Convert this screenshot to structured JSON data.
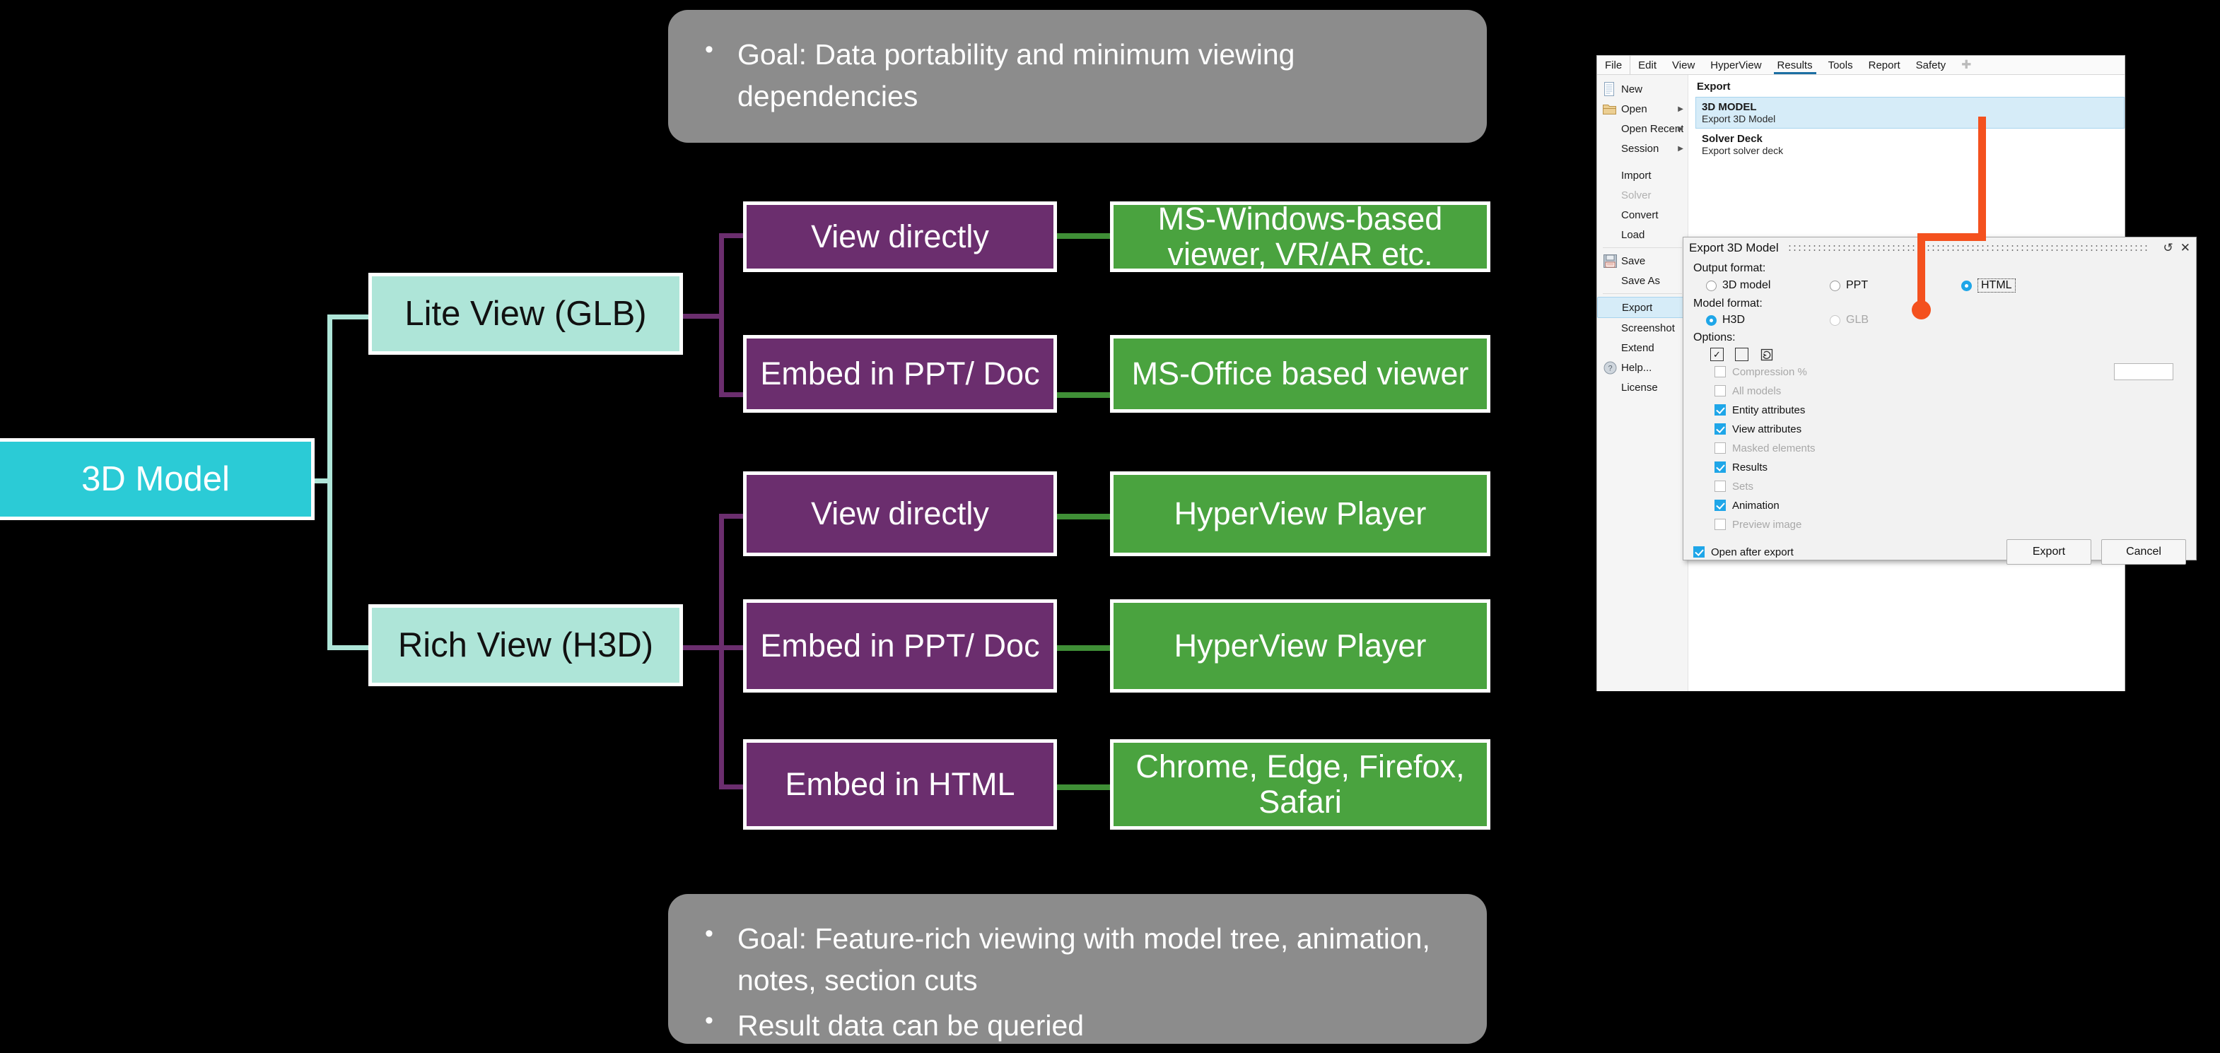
{
  "callouts": {
    "top": {
      "lines": [
        "Goal: Data portability and minimum viewing dependencies"
      ]
    },
    "bottom": {
      "lines": [
        "Goal: Feature-rich viewing with model tree, animation, notes, section cuts",
        "Result data can be queried"
      ]
    }
  },
  "flow": {
    "root": {
      "label": "3D Model"
    },
    "branches": [
      {
        "label": "Lite View (GLB)"
      },
      {
        "label": "Rich View (H3D)"
      }
    ],
    "methods": [
      {
        "label": "View directly"
      },
      {
        "label": "Embed in PPT/ Doc"
      },
      {
        "label": "View directly"
      },
      {
        "label": "Embed in PPT/ Doc"
      },
      {
        "label": "Embed in HTML"
      }
    ],
    "viewers": [
      {
        "label": "MS-Windows-based viewer,  VR/AR etc."
      },
      {
        "label": "MS-Office based viewer"
      },
      {
        "label": "HyperView Player"
      },
      {
        "label": "HyperView Player"
      },
      {
        "label": "Chrome, Edge, Firefox, Safari"
      }
    ]
  },
  "app": {
    "menubar": [
      {
        "label": "File",
        "active": false
      },
      {
        "label": "Edit",
        "active": false
      },
      {
        "label": "View",
        "active": false
      },
      {
        "label": "HyperView",
        "active": false
      },
      {
        "label": "Results",
        "active": true
      },
      {
        "label": "Tools",
        "active": false
      },
      {
        "label": "Report",
        "active": false
      },
      {
        "label": "Safety",
        "active": false
      },
      {
        "label": "✚",
        "active": false
      }
    ],
    "left_menu": [
      {
        "label": "New",
        "icon": "document-icon",
        "arrow": "",
        "dim": false
      },
      {
        "label": "Open",
        "icon": "folder-icon",
        "arrow": "▶",
        "dim": false
      },
      {
        "label": "Open Recent",
        "icon": "",
        "arrow": "▶",
        "dim": false
      },
      {
        "label": "Session",
        "icon": "",
        "arrow": "▶",
        "dim": false
      },
      {
        "label": "Import",
        "icon": "",
        "arrow": "",
        "dim": false
      },
      {
        "label": "Solver",
        "icon": "",
        "arrow": "",
        "dim": true
      },
      {
        "label": "Convert",
        "icon": "",
        "arrow": "",
        "dim": false
      },
      {
        "label": "Load",
        "icon": "",
        "arrow": "",
        "dim": false
      },
      {
        "label": "Save",
        "icon": "save-icon",
        "arrow": "",
        "dim": false
      },
      {
        "label": "Save As",
        "icon": "",
        "arrow": "",
        "dim": false
      },
      {
        "label": "Export",
        "icon": "",
        "arrow": "",
        "dim": false,
        "selected": true
      },
      {
        "label": "Screenshot",
        "icon": "",
        "arrow": "",
        "dim": false
      },
      {
        "label": "Extend",
        "icon": "",
        "arrow": "",
        "dim": false
      },
      {
        "label": "Help...",
        "icon": "help-icon",
        "arrow": "",
        "dim": false
      },
      {
        "label": "License",
        "icon": "",
        "arrow": "",
        "dim": false
      }
    ],
    "export_panel": {
      "heading": "Export",
      "items": [
        {
          "title": "3D MODEL",
          "subtitle": "Export 3D Model",
          "selected": true
        },
        {
          "title": "Solver Deck",
          "subtitle": "Export solver deck",
          "selected": false
        }
      ]
    }
  },
  "dialog": {
    "title": "Export 3D Model",
    "restore_icon": "↺",
    "close_icon": "✕",
    "output_format_label": "Output format:",
    "output_format_options": [
      {
        "label": "3D model",
        "selected": false,
        "disabled": false,
        "focused": false
      },
      {
        "label": "PPT",
        "selected": false,
        "disabled": false,
        "focused": false
      },
      {
        "label": "HTML",
        "selected": true,
        "disabled": false,
        "focused": true
      }
    ],
    "model_format_label": "Model format:",
    "model_format_options": [
      {
        "label": "H3D",
        "selected": true,
        "disabled": false
      },
      {
        "label": "GLB",
        "selected": false,
        "disabled": true
      }
    ],
    "options_label": "Options:",
    "option_icons": [
      "check-all-icon",
      "uncheck-all-icon",
      "reset-icon"
    ],
    "options": [
      {
        "label": "Compression %",
        "checked": false,
        "disabled": true,
        "has_value_box": true
      },
      {
        "label": "All models",
        "checked": false,
        "disabled": true,
        "has_value_box": false
      },
      {
        "label": "Entity attributes",
        "checked": true,
        "disabled": false,
        "has_value_box": false
      },
      {
        "label": "View attributes",
        "checked": true,
        "disabled": false,
        "has_value_box": false
      },
      {
        "label": "Masked elements",
        "checked": false,
        "disabled": true,
        "has_value_box": false
      },
      {
        "label": "Results",
        "checked": true,
        "disabled": false,
        "has_value_box": false
      },
      {
        "label": "Sets",
        "checked": false,
        "disabled": true,
        "has_value_box": false
      },
      {
        "label": "Animation",
        "checked": true,
        "disabled": false,
        "has_value_box": false
      },
      {
        "label": "Preview image",
        "checked": false,
        "disabled": true,
        "has_value_box": false
      }
    ],
    "open_after_export": {
      "label": "Open after export",
      "checked": true
    },
    "buttons": [
      {
        "label": "Export"
      },
      {
        "label": "Cancel"
      }
    ]
  },
  "colors": {
    "root": "#2BCBD6",
    "branch": "#AEE5D8",
    "method": "#6B2E6E",
    "viewer": "#4AA33F",
    "callout": "#8C8C8C",
    "annotation": "#F4511E",
    "accent": "#1FA6E8"
  }
}
